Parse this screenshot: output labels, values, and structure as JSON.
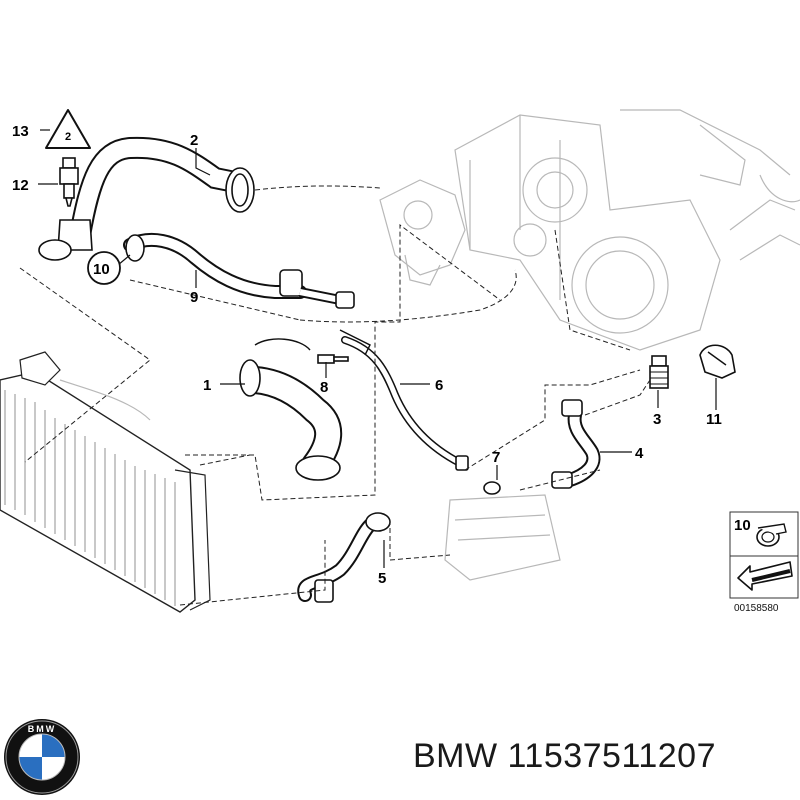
{
  "callouts": [
    {
      "id": "13",
      "label": "13"
    },
    {
      "id": "12",
      "label": "12"
    },
    {
      "id": "2",
      "label": "2"
    },
    {
      "id": "10",
      "label": "10"
    },
    {
      "id": "9",
      "label": "9"
    },
    {
      "id": "1",
      "label": "1"
    },
    {
      "id": "8",
      "label": "8"
    },
    {
      "id": "6",
      "label": "6"
    },
    {
      "id": "7",
      "label": "7"
    },
    {
      "id": "3",
      "label": "3"
    },
    {
      "id": "11",
      "label": "11"
    },
    {
      "id": "4",
      "label": "4"
    },
    {
      "id": "5",
      "label": "5"
    }
  ],
  "inset": {
    "callout": "10",
    "code": "00158580"
  },
  "warning_icon_text": "2",
  "footer": {
    "brand": "BMW",
    "part_number": "11537511207",
    "text": "BMW 11537511207"
  },
  "logo_letters": "BMW",
  "colors": {
    "line": "#111111",
    "ghost": "#b8b8b8",
    "logo_blue": "#2a6fc0"
  }
}
